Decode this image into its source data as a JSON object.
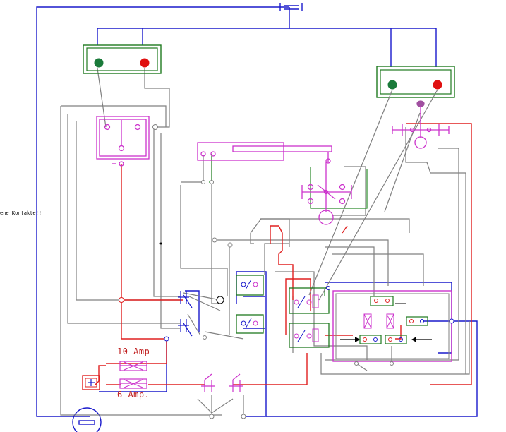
{
  "labels": {
    "note": "ene Kontakte!!",
    "fuse_10": "10 Amp",
    "fuse_6": "6 Amp."
  },
  "colors": {
    "supply": "#1a1acc",
    "signal": "#e02020",
    "return": "#808080",
    "lamp_frame": "#1f7a1f",
    "lamp_green": "#1a7a3a",
    "lamp_red": "#e01010",
    "relay": "#cc33cc",
    "control_line": "#2a8a2a"
  },
  "icons": [
    "battery-icon",
    "ground-symbol-icon",
    "lamp-icon",
    "relay-coil-icon",
    "switch-contact-icon",
    "fuse-icon",
    "arrow-icon"
  ]
}
